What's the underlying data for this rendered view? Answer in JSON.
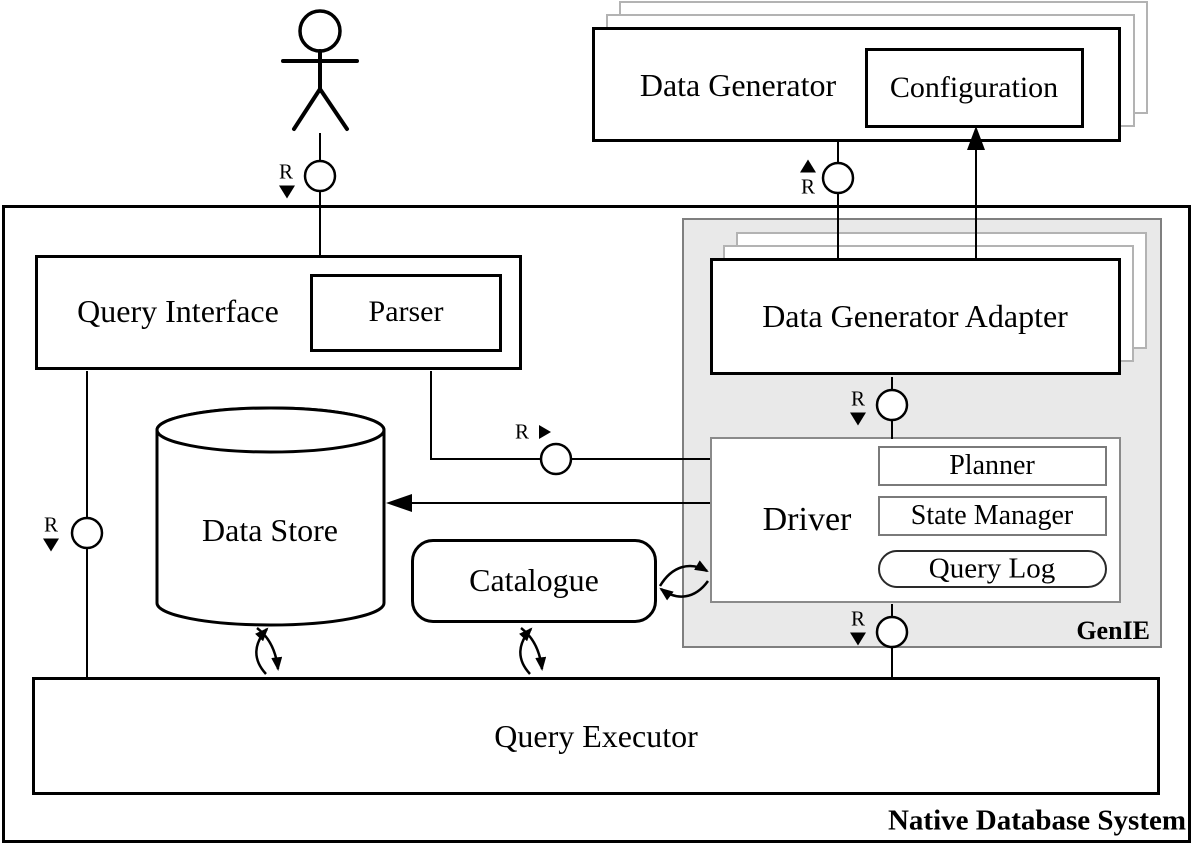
{
  "diagram": {
    "system_label": "Native Database System",
    "genie_label": "GenIE",
    "r_label": "R",
    "nodes": {
      "data_generator": "Data Generator",
      "configuration": "Configuration",
      "query_interface": "Query Interface",
      "parser": "Parser",
      "data_store": "Data Store",
      "catalogue": "Catalogue",
      "query_executor": "Query Executor",
      "data_generator_adapter": "Data Generator Adapter",
      "driver": "Driver",
      "planner": "Planner",
      "state_manager": "State Manager",
      "query_log": "Query Log"
    },
    "colors": {
      "line": "#000000",
      "genie_fill": "#e9e9e9",
      "genie_border": "#7f7f7f",
      "stack_layer_border": "#b3b3b3",
      "driver_border": "#8a8a8a"
    }
  }
}
